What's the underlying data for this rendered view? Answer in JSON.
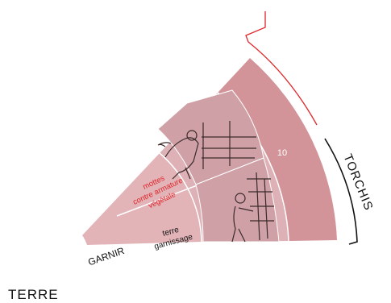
{
  "base_label": "TERRE",
  "inner_band": {
    "label": "GARNIR"
  },
  "middle_band": {
    "upper_label_lines": [
      "mottes",
      "contre armature",
      "végétale"
    ],
    "lower_label_lines": [
      "terre",
      "garnissage"
    ]
  },
  "outer_band": {
    "number_label": "10"
  },
  "side_label": "TORCHIS",
  "colors": {
    "inner_band": "#e2b4b8",
    "middle_band": "#ddb1b5",
    "outer_band": "#d39499",
    "photo_panels": "#cfa1a6",
    "red_text": "#e0262a",
    "bracket_red": "#e0262a",
    "bracket_black": "#111111",
    "band_divider": "#ffffff"
  },
  "illustrations": [
    "worker-crouching-illustration",
    "worker-standing-illustration"
  ]
}
